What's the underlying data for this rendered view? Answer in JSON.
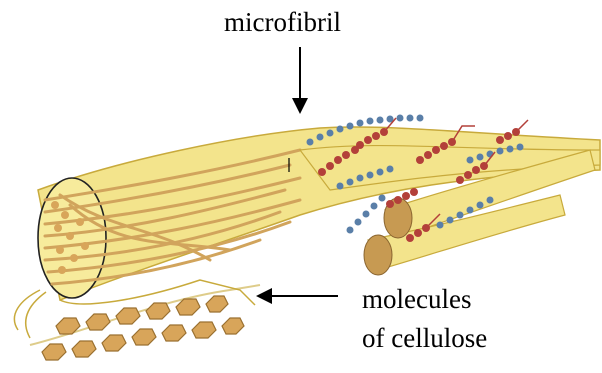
{
  "labels": {
    "microfibril": "microfibril",
    "molecules_line1": "molecules",
    "molecules_line2": "of cellulose"
  },
  "colors": {
    "fiber_fill": "#f3e48c",
    "fiber_stroke": "#c8aa3c",
    "fibril_strand": "#d1a45c",
    "ring_fill": "#d8a55a",
    "cut_end": "#c79a52",
    "chain_red": "#b3403a",
    "chain_blue": "#5a7fa8",
    "arrow": "#000000"
  }
}
